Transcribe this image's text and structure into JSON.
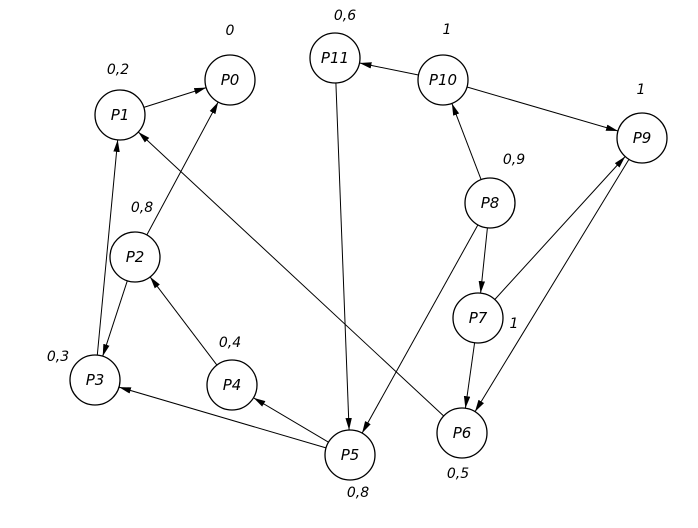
{
  "diagram": {
    "nodes": [
      {
        "id": "P0",
        "label": "P0",
        "weight": "0"
      },
      {
        "id": "P1",
        "label": "P1",
        "weight": "0,2"
      },
      {
        "id": "P2",
        "label": "P2",
        "weight": "0,8"
      },
      {
        "id": "P3",
        "label": "P3",
        "weight": "0,3"
      },
      {
        "id": "P4",
        "label": "P4",
        "weight": "0,4"
      },
      {
        "id": "P5",
        "label": "P5",
        "weight": "0,8"
      },
      {
        "id": "P6",
        "label": "P6",
        "weight": "0,5"
      },
      {
        "id": "P7",
        "label": "P7",
        "weight": "1"
      },
      {
        "id": "P8",
        "label": "P8",
        "weight": "0,9"
      },
      {
        "id": "P9",
        "label": "P9",
        "weight": "1"
      },
      {
        "id": "P10",
        "label": "P10",
        "weight": "1"
      },
      {
        "id": "P11",
        "label": "P11",
        "weight": "0,6"
      }
    ],
    "edges": [
      {
        "from": "P1",
        "to": "P0"
      },
      {
        "from": "P2",
        "to": "P0"
      },
      {
        "from": "P2",
        "to": "P3"
      },
      {
        "from": "P3",
        "to": "P1"
      },
      {
        "from": "P4",
        "to": "P2"
      },
      {
        "from": "P5",
        "to": "P4"
      },
      {
        "from": "P5",
        "to": "P3"
      },
      {
        "from": "P6",
        "to": "P1"
      },
      {
        "from": "P11",
        "to": "P5"
      },
      {
        "from": "P8",
        "to": "P5"
      },
      {
        "from": "P8",
        "to": "P10"
      },
      {
        "from": "P8",
        "to": "P7"
      },
      {
        "from": "P10",
        "to": "P11"
      },
      {
        "from": "P10",
        "to": "P9"
      },
      {
        "from": "P7",
        "to": "P9"
      },
      {
        "from": "P7",
        "to": "P6"
      },
      {
        "from": "P9",
        "to": "P6"
      }
    ]
  }
}
